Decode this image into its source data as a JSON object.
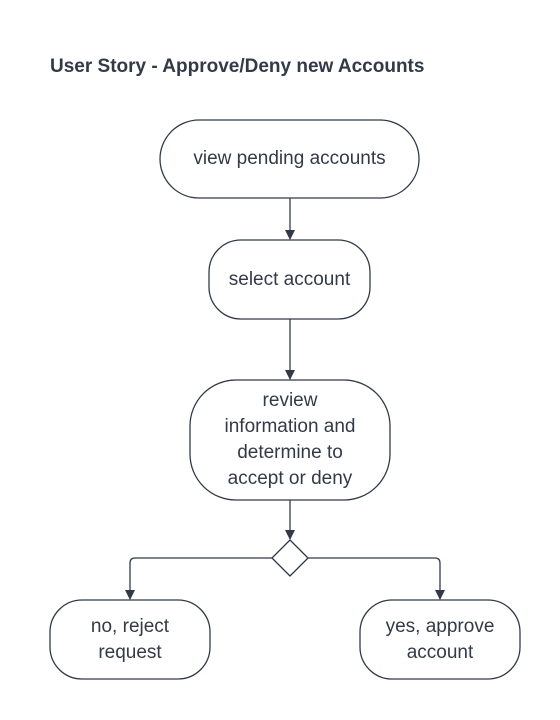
{
  "diagram": {
    "title": "User Story - Approve/Deny new Accounts",
    "nodes": [
      {
        "id": "view",
        "shape": "terminal",
        "label": "view pending accounts"
      },
      {
        "id": "select",
        "shape": "rounded",
        "label": "select account"
      },
      {
        "id": "review",
        "shape": "rounded",
        "label": "review information and determine to accept or deny"
      },
      {
        "id": "decision",
        "shape": "diamond",
        "label": ""
      },
      {
        "id": "reject",
        "shape": "rounded",
        "label": "no, reject request"
      },
      {
        "id": "approve",
        "shape": "rounded",
        "label": "yes, approve account"
      }
    ],
    "edges": [
      {
        "from": "view",
        "to": "select"
      },
      {
        "from": "select",
        "to": "review"
      },
      {
        "from": "review",
        "to": "decision"
      },
      {
        "from": "decision",
        "to": "reject"
      },
      {
        "from": "decision",
        "to": "approve"
      }
    ],
    "colors": {
      "stroke": "#333a47",
      "text": "#333a47",
      "fill": "#ffffff"
    }
  }
}
